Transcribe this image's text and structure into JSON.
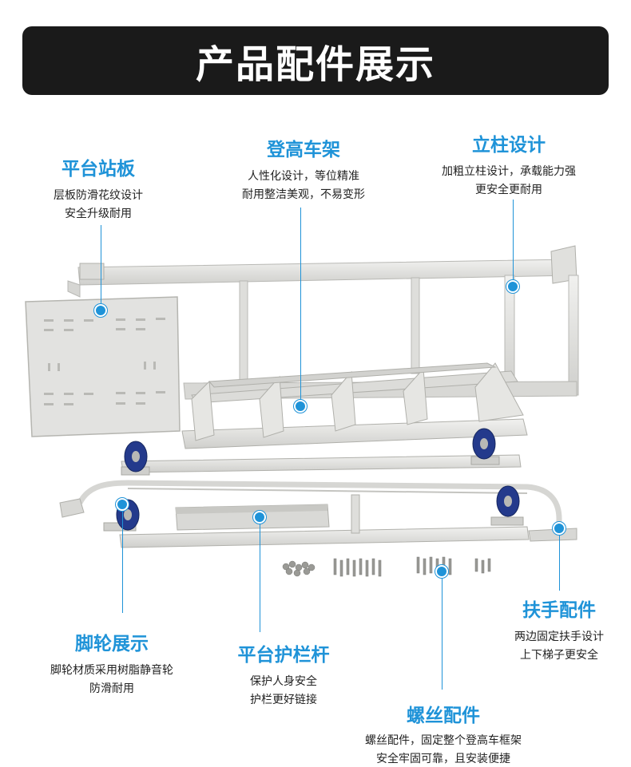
{
  "header": {
    "title": "产品配件展示"
  },
  "callouts": {
    "platform_board": {
      "title": "平台站板",
      "desc": [
        "层板防滑花纹设计",
        "安全升级耐用"
      ]
    },
    "ladder_frame": {
      "title": "登高车架",
      "desc": [
        "人性化设计，等位精准",
        "耐用整洁美观，不易变形"
      ]
    },
    "upright_post": {
      "title": "立柱设计",
      "desc": [
        "加粗立柱设计，承载能力强",
        "更安全更耐用"
      ]
    },
    "caster_wheels": {
      "title": "脚轮展示",
      "desc": [
        "脚轮材质采用树脂静音轮",
        "防滑耐用"
      ]
    },
    "guardrail_bar": {
      "title": "平台护栏杆",
      "desc": [
        "保护人身安全",
        "护栏更好链接"
      ]
    },
    "screw_parts": {
      "title": "螺丝配件",
      "desc": [
        "螺丝配件，固定整个登高车框架",
        "安全牢固可靠，且安装便捷"
      ]
    },
    "handrail_parts": {
      "title": "扶手配件",
      "desc": [
        "两边固定扶手设计",
        "上下梯子更安全"
      ]
    }
  },
  "colors": {
    "accent": "#1f93d8",
    "header_bg": "#1a1a1a",
    "metal": "#e4e4e2",
    "wheel": "#243a8c"
  }
}
